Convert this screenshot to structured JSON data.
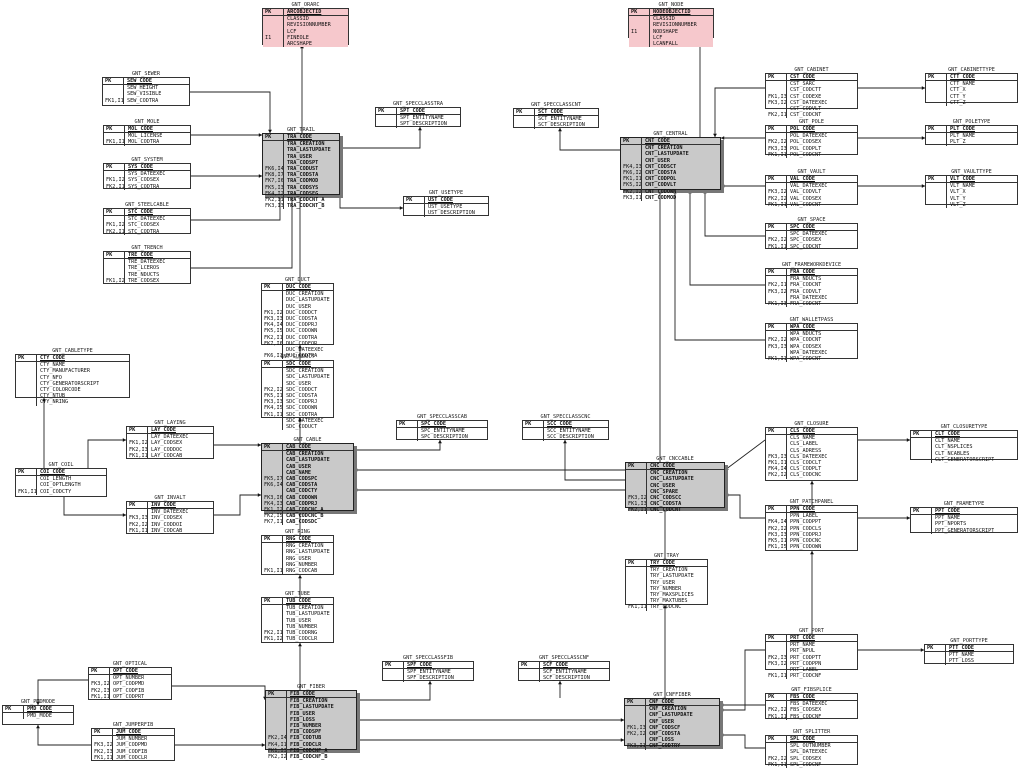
{
  "entities": [
    {
      "id": "trail",
      "name": "GNT_TRAIL",
      "pk": "TRA_CODE",
      "center": true,
      "keys": [
        "",
        "",
        "",
        "",
        "FK6,I4",
        "FK8,I7",
        "FK7,I6",
        "FK5,I3",
        "FK4,I2",
        "FK2,I1",
        "FK3,I3"
      ],
      "attrs": [
        "TRA_CREATION",
        "TRA_LASTUPDATE",
        "TRA_USER",
        "TRA_CODSPT",
        "TRA_CODUST",
        "TRA_CODSTA",
        "TRA_CODMOD",
        "TRA_CODSYS",
        "TRA_CODSEG",
        "TRA_CODCNT_A",
        "TRA_CODCNT_B"
      ],
      "bold": true
    },
    {
      "id": "orarc",
      "name": "GNT_ORARC",
      "pk": "ARCOBJECTID",
      "pink": true,
      "keys": [
        "",
        "",
        "",
        "I1"
      ],
      "attrs": [
        "CLASSID",
        "REVISIONNUMBER",
        "LCF",
        "FINEOLE",
        "ARCSHAPE"
      ]
    },
    {
      "id": "node",
      "name": "GNT_NODE",
      "pk": "NODEOBJECTID",
      "pink": true,
      "keys": [
        "",
        "",
        "I1"
      ],
      "attrs": [
        "CLASSID",
        "REVISIONNUMBER",
        "NODSHAPE",
        "LCF",
        "LCANFALL"
      ]
    },
    {
      "id": "sewer",
      "name": "GNT_SEWER",
      "pk": "SEW_CODE",
      "keys": [
        "",
        "",
        "FK1,I1"
      ],
      "attrs": [
        "SEW_HEIGHT",
        "SEW_VISIBLE",
        "SEW_CODTRA"
      ]
    },
    {
      "id": "mole",
      "name": "GNT_MOLE",
      "pk": "MOL_CODE",
      "keys": [
        "",
        "FK1,I1"
      ],
      "attrs": [
        "MOL_LICENSE",
        "MOL_CODTRA"
      ]
    },
    {
      "id": "system",
      "name": "GNT_SYSTEM",
      "pk": "SYS_CODE",
      "keys": [
        "",
        "FK1,I2",
        "FK2,I1"
      ],
      "attrs": [
        "SYS_DATEEXEC",
        "SYS_CODSEX",
        "SYS_CODTRA"
      ]
    },
    {
      "id": "steelcable",
      "name": "GNT_STEELCABLE",
      "pk": "STC_CODE",
      "keys": [
        "",
        "FK1,I2",
        "FK2,I1"
      ],
      "attrs": [
        "STC_DATEEXEC",
        "STC_CODSEX",
        "STC_CODTRA"
      ]
    },
    {
      "id": "trench",
      "name": "GNT_TRENCH",
      "pk": "TRE_CODE",
      "keys": [
        "",
        "",
        "",
        "FK1,I2"
      ],
      "attrs": [
        "TRE_DATEEXEC",
        "TRE_LCEROS",
        "TRE_NDUCTS",
        "TRE_CODSEX"
      ]
    },
    {
      "id": "specclasstra",
      "name": "GNT_SPECCLASSTRA",
      "pk": "SPT_CODE",
      "keys": [
        ""
      ],
      "attrs": [
        "SPT_ENTITYNAME",
        "SPT_DESCRIPTION"
      ]
    },
    {
      "id": "usetype",
      "name": "GNT_USETYPE",
      "pk": "UST_CODE",
      "keys": [
        ""
      ],
      "attrs": [
        "UST_USETYPE",
        "UST_DESCRIPTION"
      ]
    },
    {
      "id": "specclasscnt",
      "name": "GNT_SPECCLASSCNT",
      "pk": "SCT_CODE",
      "keys": [
        ""
      ],
      "attrs": [
        "SCT_ENTITYNAME",
        "SCT_DESCRIPTION"
      ]
    },
    {
      "id": "central",
      "name": "GNT_CENTRAL",
      "pk": "CNT_CODE",
      "center": true,
      "keys": [
        "",
        "",
        "",
        "FK4,I3",
        "FK6,I2",
        "FK1,I1",
        "FK5,I2",
        "FK2,I2",
        "FK3,I1"
      ],
      "attrs": [
        "CNT_CREATION",
        "CNT_LASTUPDATE",
        "CNT_USER",
        "CNT_CODSCT",
        "CNT_CODSTA",
        "CNT_CODPOL",
        "CNT_CODVLT",
        "CNT_CODOWN",
        "CNT_CODMOD"
      ],
      "bold": true
    },
    {
      "id": "cabinet",
      "name": "GNT_CABINET",
      "pk": "CST_CODE",
      "keys": [
        "",
        "",
        "FK1,I3",
        "FK3,I2",
        "",
        "FK2,I1"
      ],
      "attrs": [
        "CST_SARC",
        "CST_CODCTT",
        "CST_CODEXE",
        "CST_DATEEXEC",
        "CST_CODVLT",
        "CST_CODCNT"
      ]
    },
    {
      "id": "cabinettype",
      "name": "GNT_CABINETTYPE",
      "pk": "CTT_CODE",
      "keys": [
        "",
        "",
        "",
        ""
      ],
      "attrs": [
        "CTT_NAME",
        "CTT_X",
        "CTT_Y",
        "CTT_Z"
      ]
    },
    {
      "id": "pole",
      "name": "GNT_POLE",
      "pk": "POL_CODE",
      "keys": [
        "",
        "FK2,I2",
        "FK3,I3",
        "FK1,I1"
      ],
      "attrs": [
        "POL_DATEEXEC",
        "POL_CODSEX",
        "POL_CODPLT",
        "POL_CODCNT"
      ]
    },
    {
      "id": "poletype",
      "name": "GNT_POLETYPE",
      "pk": "PLT_CODE",
      "keys": [
        "",
        ""
      ],
      "attrs": [
        "PLT_NAME",
        "PLT_Z"
      ]
    },
    {
      "id": "vault",
      "name": "GNT_VAULT",
      "pk": "VAL_CODE",
      "keys": [
        "",
        "FK3,I2",
        "FK2,I2",
        "FK1,I1"
      ],
      "attrs": [
        "VAL_DATEEXEC",
        "VAL_CODVLT",
        "VAL_CODSEX",
        "VAL_CODCNT"
      ]
    },
    {
      "id": "vaulttype",
      "name": "GNT_VAULTTYPE",
      "pk": "VLT_CODE",
      "keys": [
        "",
        "",
        "",
        ""
      ],
      "attrs": [
        "VLT_NAME",
        "VLT_X",
        "VLT_Y",
        "VLT_Z"
      ]
    },
    {
      "id": "space",
      "name": "GNT_SPACE",
      "pk": "SPC_CODE",
      "keys": [
        "",
        "FK2,I2",
        "FK1,I1"
      ],
      "attrs": [
        "SPC_DATEEXEC",
        "SPC_CODSEX",
        "SPC_CODCNT"
      ]
    },
    {
      "id": "framemodel",
      "name": "GNT_FRAMEWORKDEVICE",
      "pk": "FRA_CODE",
      "keys": [
        "",
        "FK2,I1",
        "FK3,I2",
        "",
        "FK1,I3"
      ],
      "attrs": [
        "FRA_NDUCTS",
        "FRA_CODCNT",
        "FRA_CODVLT",
        "FRA_DATEEXEC",
        "FRA_CODCNT"
      ]
    },
    {
      "id": "wallet",
      "name": "GNT_WALLETPASS",
      "pk": "WPA_CODE",
      "keys": [
        "",
        "FK2,I2",
        "FK3,I3",
        "",
        "FK1,I1"
      ],
      "attrs": [
        "WPA_NDUCTS",
        "WPA_CODCNT",
        "WPA_CODSEX",
        "WPA_DATEEXEC",
        "WPA_CODCNT"
      ]
    },
    {
      "id": "duct",
      "name": "GNT_DUCT",
      "pk": "DUC_CODE",
      "keys": [
        "",
        "",
        "",
        "FK1,I2",
        "FK3,I3",
        "FK4,I4",
        "FK5,I5",
        "FK2,I1",
        "FK7,I6",
        "",
        "FK6,I1"
      ],
      "attrs": [
        "DUC_CREATION",
        "DUC_LASTUPDATE",
        "DUC_USER",
        "DUC_CODDCT",
        "DUC_CODSTA",
        "DUC_CODPRJ",
        "DUC_CODOWN",
        "DUC_CODTRA",
        "DUC_CODFOR",
        "DUC_DATEEXEC",
        "DUC_CODTRA"
      ]
    },
    {
      "id": "subduct",
      "name": "GNT_SUBDUCT",
      "pk": "SDC_CODE",
      "keys": [
        "",
        "",
        "",
        "FK2,I2",
        "FK5,I1",
        "FK3,I3",
        "FK4,I5",
        "FK1,I1",
        "",
        ""
      ],
      "attrs": [
        "SDC_CREATION",
        "SDC_LASTUPDATE",
        "SDC_USER",
        "SDC_CODDCT",
        "SDC_CODSTA",
        "SDC_CODPRJ",
        "SDC_CODOWN",
        "SDC_CODTRA",
        "SDC_DATEEXEC",
        "SDC_CODUCT"
      ]
    },
    {
      "id": "cabletype",
      "name": "GNT_CABLETYPE",
      "pk": "CTY_CODE",
      "keys": [
        "",
        "",
        "",
        "",
        "",
        "",
        ""
      ],
      "attrs": [
        "CTY_NAME",
        "CTY_MANUFACTURER",
        "CTY_NFO",
        "CTY_GENERATORSCRIPT",
        "CTY_COLORCODE",
        "CTY_NTUB",
        "CTY_NRING"
      ]
    },
    {
      "id": "laying",
      "name": "GNT_LAYING",
      "pk": "LAY_CODE",
      "keys": [
        "",
        "FK1,I2",
        "FK2,I3",
        "FK1,I1"
      ],
      "attrs": [
        "LAY_DATEEXEC",
        "LAY_CODSEX",
        "LAY_CODDOC",
        "LAY_CODCAB"
      ]
    },
    {
      "id": "coil",
      "name": "GNT_COIL",
      "pk": "COI_CODE",
      "keys": [
        "",
        "",
        "FK1,I1"
      ],
      "attrs": [
        "COI_LENGTH",
        "COI_OPTLENGTH",
        "COI_CODCTY"
      ]
    },
    {
      "id": "invalt",
      "name": "GNT_INVALT",
      "pk": "INV_CODE",
      "keys": [
        "",
        "FK3,I3",
        "FK2,I2",
        "FK1,I1"
      ],
      "attrs": [
        "INV_DATEEXEC",
        "INV_CODSEX",
        "INV_CODDOI",
        "INV_CODCAB"
      ]
    },
    {
      "id": "cable",
      "name": "GNT_CABLE",
      "pk": "CAB_CODE",
      "center": true,
      "keys": [
        "",
        "",
        "",
        "",
        "FK5,I7",
        "FK6,I4",
        "",
        "FK3,I6",
        "FK4,I3",
        "FK1,I2",
        "FK2,I5",
        "FK7,I1"
      ],
      "attrs": [
        "CAB_CREATION",
        "CAB_LASTUPDATE",
        "CAB_USER",
        "CAB_NAME",
        "CAB_CODSPC",
        "CAB_CODSTA",
        "CAB_CODCTY",
        "CAB_CODOWN",
        "CAB_CODPRJ",
        "CAB_CODCNC_A",
        "CAB_CODCNC_B",
        "CAB_CODSDC"
      ],
      "bold": true
    },
    {
      "id": "specclasscab",
      "name": "GNT_SPECCLASSCAB",
      "pk": "SPC_CODE",
      "keys": [
        ""
      ],
      "attrs": [
        "SPC_ENTITYNAME",
        "SPC_DESCRIPTION"
      ]
    },
    {
      "id": "specclasscnc",
      "name": "GNT_SPECCLASSCNC",
      "pk": "SCC_CODE",
      "keys": [
        ""
      ],
      "attrs": [
        "SCC_ENTITYNAME",
        "SCC_DESCRIPTION"
      ]
    },
    {
      "id": "ring",
      "name": "GNT_RING",
      "pk": "RNG_CODE",
      "keys": [
        "",
        "",
        "",
        "",
        "FK1,I1"
      ],
      "attrs": [
        "RNG_CREATION",
        "RNG_LASTUPDATE",
        "RNG_USER",
        "RNG_NUMBER",
        "RNG_CODCAB"
      ]
    },
    {
      "id": "tube",
      "name": "GNT_TUBE",
      "pk": "TUB_CODE",
      "keys": [
        "",
        "",
        "",
        "",
        "FK2,I1",
        "FK1,I2"
      ],
      "attrs": [
        "TUB_CREATION",
        "TUB_LASTUPDATE",
        "TUB_USER",
        "TUB_NUMBER",
        "TUB_CODRNG",
        "TUB_CODCLR"
      ]
    },
    {
      "id": "cnccable",
      "name": "GNT_CNCCABLE",
      "pk": "CNC_CODE",
      "center": true,
      "keys": [
        "",
        "",
        "",
        "",
        "FK3,I2",
        "FK1,I3",
        "FK2,I1"
      ],
      "attrs": [
        "CNC_CREATION",
        "CNC_LASTUPDATE",
        "CNC_USER",
        "CNC_SPARE",
        "CNC_CODSCC",
        "CNC_CODSTA",
        "CNC_CODCNT"
      ],
      "bold": true
    },
    {
      "id": "closure",
      "name": "GNT_CLOSURE",
      "pk": "CLS_CODE",
      "keys": [
        "",
        "",
        "",
        "FK3,I3",
        "FK1,I1",
        "FK4,I4",
        "FK2,I2"
      ],
      "attrs": [
        "CLS_NAME",
        "CLS_LABEL",
        "CLS_ADRESS",
        "CLS_DATEEXEC",
        "CLS_CODCLT",
        "CLS_CODPLT",
        "CLS_CODCNC"
      ]
    },
    {
      "id": "closuretype",
      "name": "GNT_CLOSURETYPE",
      "pk": "CLT_CODE",
      "keys": [
        "",
        "",
        "",
        ""
      ],
      "attrs": [
        "CLT_NAME",
        "CLT_NSPLICES",
        "CLT_NCABLES",
        "CLT_GENERATORSCRIPT"
      ]
    },
    {
      "id": "patchpanel",
      "name": "GNT_PATCHPANEL",
      "pk": "PPN_CODE",
      "keys": [
        "",
        "FK4,I4",
        "FK2,I2",
        "FK3,I3",
        "FK5,I1",
        "FK1,I5"
      ],
      "attrs": [
        "PPN_LABEL",
        "PPN_CODPPT",
        "PPN_CODCLS",
        "PPN_CODPRJ",
        "PPN_CODCNC",
        "PPN_CODOWN"
      ]
    },
    {
      "id": "frametype",
      "name": "GNT_FRAMETYPE",
      "pk": "PPT_CODE",
      "keys": [
        "",
        "",
        ""
      ],
      "attrs": [
        "PPT_NAME",
        "PPT_NPORTS",
        "PPT_GENERATORSCRIPT"
      ]
    },
    {
      "id": "tray",
      "name": "GNT_TRAY",
      "pk": "TRY_CODE",
      "keys": [
        "",
        "",
        "",
        "",
        "",
        "",
        "FK1,I1"
      ],
      "attrs": [
        "TRY_CREATION",
        "TRY_LASTUPDATE",
        "TRY_USER",
        "TRY_NUMBER",
        "TRY_MAXSPLICES",
        "TRY_MAXTUBES",
        "TRY_CODCNC"
      ]
    },
    {
      "id": "fiber",
      "name": "GNT_FIBER",
      "pk": "FIB_CODE",
      "center": true,
      "keys": [
        "",
        "",
        "",
        "",
        "",
        "",
        "FK2,I4",
        "FK4,I1",
        "FK1,I3",
        "FK2,I2"
      ],
      "attrs": [
        "FIB_CREATION",
        "FIB_LASTUPDATE",
        "FIB_USER",
        "FIB_LOSS",
        "FIB_NUMBER",
        "FIB_CODSPF",
        "FIB_CODTUB",
        "FIB_CODCLR",
        "FIB_CODCNF_A",
        "FIB_CODCNF_B"
      ],
      "bold": true
    },
    {
      "id": "specclassfib",
      "name": "GNT_SPECCLASSFIB",
      "pk": "SPF_CODE",
      "keys": [
        ""
      ],
      "attrs": [
        "SPF_ENTITYNAME",
        "SPF_DESCRIPTION"
      ]
    },
    {
      "id": "specclasscnf",
      "name": "GNT_SPECCLASSCNF",
      "pk": "SCF_CODE",
      "keys": [
        ""
      ],
      "attrs": [
        "SCF_ENTITYNAME",
        "SCF_DESCRIPTION"
      ]
    },
    {
      "id": "cnffiber",
      "name": "GNT_CNFFIBER",
      "pk": "CNF_CODE",
      "center": true,
      "keys": [
        "",
        "",
        "",
        "FK1,I3",
        "FK2,I2",
        "",
        "FK3,I1"
      ],
      "attrs": [
        "CNF_CREATION",
        "CNF_LASTUPDATE",
        "CNF_USER",
        "CNF_CODSCF",
        "CNF_CODSTA",
        "CNF_LOSS",
        "CNF_CODTRY"
      ],
      "bold": true
    },
    {
      "id": "optical",
      "name": "GNT_OPTICAL",
      "pk": "OPT_CODE",
      "keys": [
        "",
        "FK3,I2",
        "FK2,I3",
        "FK1,I1"
      ],
      "attrs": [
        "OPT_NUMBER",
        "OPT_CODPMD",
        "OPT_CODFIB",
        "OPT_CODPRT"
      ]
    },
    {
      "id": "pmdmode",
      "name": "GNT_PMDMODE",
      "pk": "PMD_CODE",
      "keys": [
        ""
      ],
      "attrs": [
        "PMD_MODE"
      ]
    },
    {
      "id": "jumper",
      "name": "GNT_JUMPERFIB",
      "pk": "JUM_CODE",
      "keys": [
        "",
        "FK3,I2",
        "FK2,I3",
        "FK1,I1"
      ],
      "attrs": [
        "JUM_NUMBER",
        "JUM_CODPMD",
        "JUM_CODFIB",
        "JUM_CODCLR"
      ]
    },
    {
      "id": "port",
      "name": "GNT_PORT",
      "pk": "PRT_CODE",
      "keys": [
        "",
        "",
        "FK2,I3",
        "FK3,I2",
        "",
        "FK1,I1"
      ],
      "attrs": [
        "PRT_NAME",
        "PRT_NPUL",
        "PRT_CODPTT",
        "PRT_CODPPN",
        "PRT_LABEL",
        "PRT_CODCNF"
      ]
    },
    {
      "id": "porttype",
      "name": "GNT_PORTTYPE",
      "pk": "PTT_CODE",
      "keys": [
        "",
        ""
      ],
      "attrs": [
        "PTT_NAME",
        "PTT_LOSS"
      ]
    },
    {
      "id": "fibsplice",
      "name": "GNT_FIBSPLICE",
      "pk": "FBS_CODE",
      "keys": [
        "",
        "FK2,I2",
        "FK1,I1"
      ],
      "attrs": [
        "FBS_DATEEXEC",
        "FBS_CODSEX",
        "FBS_CODCNF"
      ]
    },
    {
      "id": "splitter",
      "name": "GNT_SPLITTER",
      "pk": "SPL_CODE",
      "keys": [
        "",
        "",
        "FK2,I2",
        "FK1,I1"
      ],
      "attrs": [
        "SPL_OUTNUMBER",
        "SPL_DATEEXEC",
        "SPL_CODSEX",
        "SPL_CODCNF"
      ]
    }
  ]
}
